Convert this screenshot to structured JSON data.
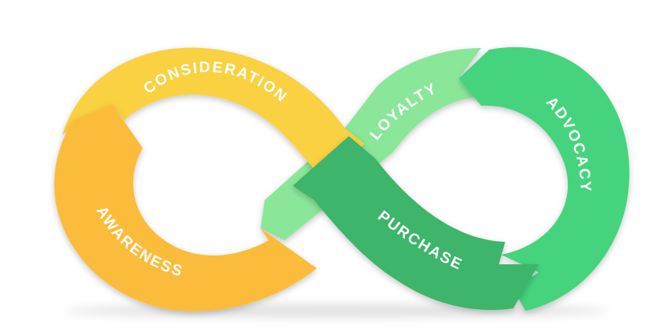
{
  "diagram": {
    "stages": [
      {
        "id": "awareness",
        "label": "AWARENESS",
        "color": "#FBBC3B"
      },
      {
        "id": "consideration",
        "label": "CONSIDERATION",
        "color": "#FAD13F"
      },
      {
        "id": "purchase",
        "label": "PURCHASE",
        "color": "#3CB56A"
      },
      {
        "id": "advocacy",
        "label": "ADVOCACY",
        "color": "#45D47D"
      },
      {
        "id": "loyalty",
        "label": "LOYALTY",
        "color": "#8AE79A"
      }
    ],
    "background": "#FFFFFF"
  }
}
